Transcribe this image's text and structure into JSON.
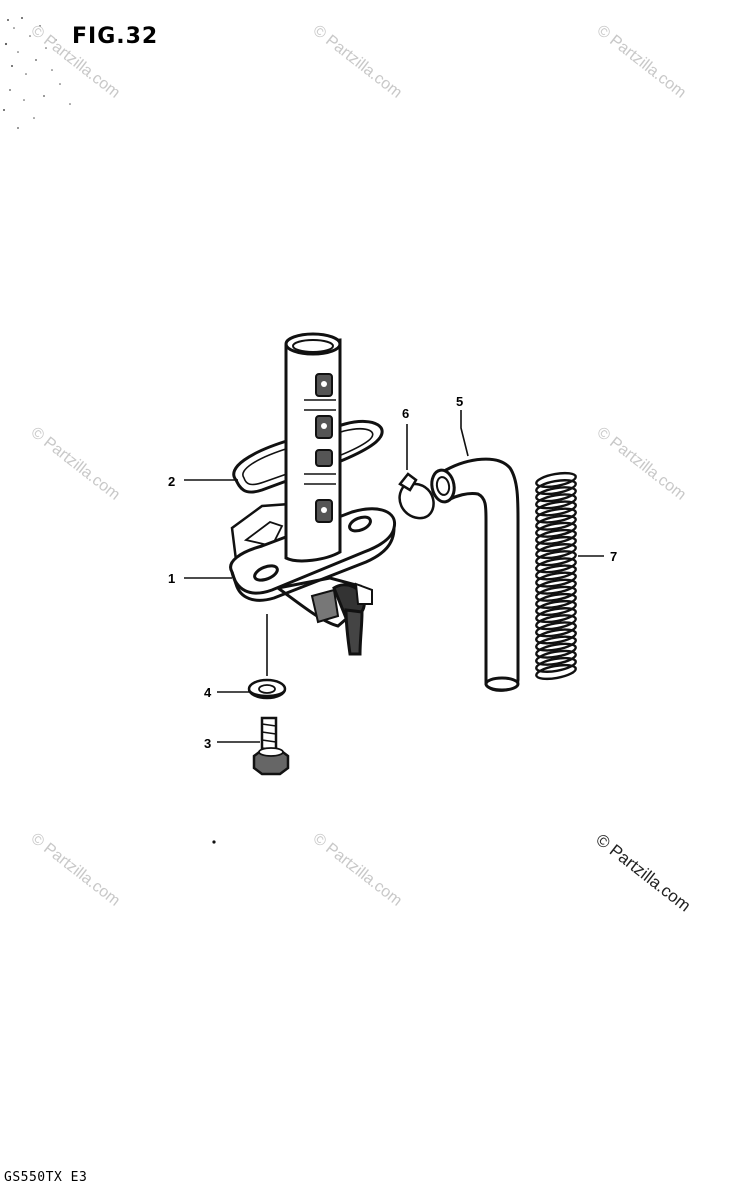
{
  "figure": {
    "title": "FIG.32",
    "model_code": "GS550TX E3"
  },
  "watermark": {
    "text": "© Partzilla.com"
  },
  "parts": [
    {
      "callout": "1",
      "icon": "fuel-cock-body-icon"
    },
    {
      "callout": "2",
      "icon": "o-ring-icon"
    },
    {
      "callout": "3",
      "icon": "bolt-icon"
    },
    {
      "callout": "4",
      "icon": "washer-icon"
    },
    {
      "callout": "5",
      "icon": "hose-icon"
    },
    {
      "callout": "6",
      "icon": "clip-icon"
    },
    {
      "callout": "7",
      "icon": "spring-icon"
    }
  ]
}
